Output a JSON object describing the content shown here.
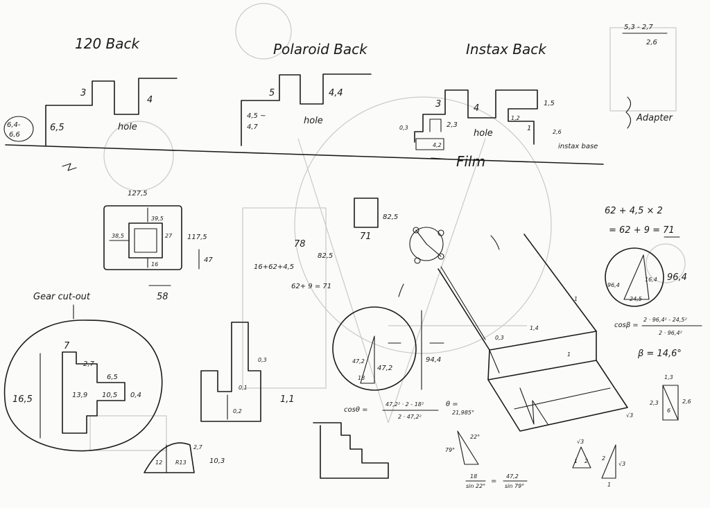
{
  "backs": {
    "b120": {
      "title": "120 Back",
      "dim_a": "3",
      "dim_b": "4",
      "dim_side": "6,5",
      "hole": "hole",
      "circled_1": "6,4-",
      "circled_2": "6,6"
    },
    "polaroid": {
      "title": "Polaroid Back",
      "dim_a": "5",
      "dim_b": "4,4",
      "dim_c1": "4,5 ~",
      "dim_c2": "4,7",
      "hole": "hole"
    },
    "instax": {
      "title": "Instax Back",
      "dim_3": "3",
      "dim_4": "4",
      "dim_15": "1,5",
      "dim_23": "2,3",
      "dim_03": "0,3",
      "dim_12": "1,2",
      "dim_1": "1",
      "dim_26": "2,6",
      "dim_42": "4,2",
      "hole": "hole",
      "base": "instax base",
      "adapter": "Adapter",
      "film": "Film"
    }
  },
  "top_calc": {
    "line1": "5,3 - 2,7",
    "line2": "2,6"
  },
  "square": {
    "top": "127,5",
    "d395": "39,5",
    "d385": "38,5",
    "d27": "27",
    "d16": "16",
    "d1175": "117,5",
    "d47": "47",
    "d58": "58"
  },
  "center": {
    "rect_w": "71",
    "rect_h": "82,5",
    "d78": "78",
    "d825b": "82,5",
    "eq1": "16+62+4,5",
    "eq2": "62+ 9 = 71",
    "circle_h": "94,4",
    "d472a": "47,2",
    "d472b": "47,2",
    "d18": "18",
    "cos_lhs": "cosθ =",
    "cos_num": "47,2² · 2 - 18²",
    "cos_den": "2 · 47,2²",
    "theta": "θ =",
    "theta_val": "21,985°"
  },
  "gear": {
    "label": "Gear cut-out",
    "d7": "7",
    "d27": "2,7",
    "d65": "6,5",
    "d139": "13,9",
    "d105": "10,5",
    "d04": "0,4",
    "d165": "16,5"
  },
  "mid_bottom": {
    "d01": "0,1",
    "d02": "0,2",
    "d03": "0,3",
    "d11": "1,1",
    "dome_12": "12",
    "dome_r": "R13",
    "dome_27": "2,7",
    "dome_103": "10,3"
  },
  "right": {
    "eq_a": "62 + 4,5 × 2",
    "eq_b": "= 62 + 9 = 71",
    "c964a": "96,4",
    "c964b": "96,4",
    "c164": "16,4",
    "c245": "24,5",
    "cos_lhs": "cosβ =",
    "cos_num": "2 · 96,4² - 24,5²",
    "cos_den": "2 · 96,4²",
    "beta": "β = 14,6°",
    "d03": "0,3",
    "d14": "1,4",
    "d1a": "1",
    "d1b": "1",
    "t13": "1,3",
    "t23": "2,3",
    "t26": "2,6",
    "t6": "6",
    "sqrt3": "√3",
    "angle22": "22°",
    "angle79": "79°",
    "frac_l_num": "18",
    "frac_l_den": "sin 22°",
    "frac_r_num": "47,2",
    "frac_r_den": "sin 79°",
    "sq3a": "√3",
    "sq3b": "√3",
    "d1c": "1",
    "d2a": "2",
    "d2b": "2",
    "d1d": "1"
  }
}
